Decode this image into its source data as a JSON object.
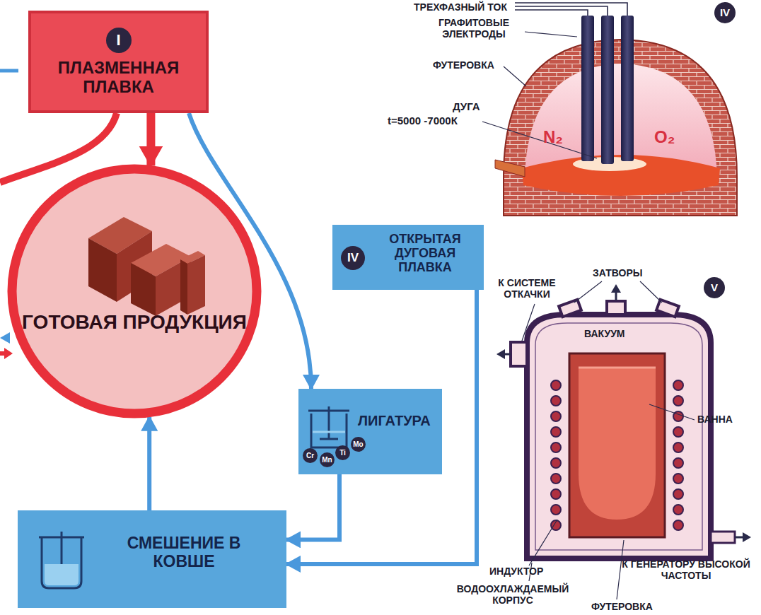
{
  "diagram": {
    "nodes": [
      {
        "text": [
          "I",
          "ПЛАЗМЕННАЯ ПЛАВКА"
        ]
      },
      {
        "text": [
          "ГОТОВАЯ ПРОДУКЦИЯ"
        ]
      },
      {
        "text": [
          "IV",
          "ОТКРЫТАЯ ДУГОВАЯ ПЛАВКА"
        ]
      },
      {
        "text": [
          "ЛИГАТУРА",
          "Cr",
          "Mn",
          "Ti",
          "Mo"
        ]
      },
      {
        "text": [
          "СМЕШЕНИЕ В КОВШЕ"
        ]
      }
    ],
    "edges": [
      {
        "from": 0,
        "to": 1,
        "arrow": "to"
      },
      {
        "from": 0,
        "to": 3,
        "arrow": "to"
      },
      {
        "from": 3,
        "to": 4,
        "arrow": "to"
      },
      {
        "from": 2,
        "to": 4,
        "arrow": "to"
      },
      {
        "from": 4,
        "to": 1,
        "arrow": "to"
      }
    ],
    "labels": [
      "ТРЕХФАЗНЫЙ ТОК",
      "IV",
      "ГРАФИТОВЫЕ ЭЛЕКТРОДЫ",
      "ФУТЕРОВКА",
      "ДУГА",
      "t=5000 -7000К",
      "N₂",
      "O₂",
      "ЗАТВОРЫ",
      "V",
      "К СИСТЕМЕ ОТКАЧКИ",
      "ВАКУУМ",
      "ВАННА",
      "ИНДУКТОР",
      "К ГЕНЕРАТОРУ ВЫСОКОЙ ЧАСТОТЫ",
      "ВОДООХЛАЖДАЕМЫЙ КОРПУС",
      "ФУТЕРОВКА"
    ]
  }
}
